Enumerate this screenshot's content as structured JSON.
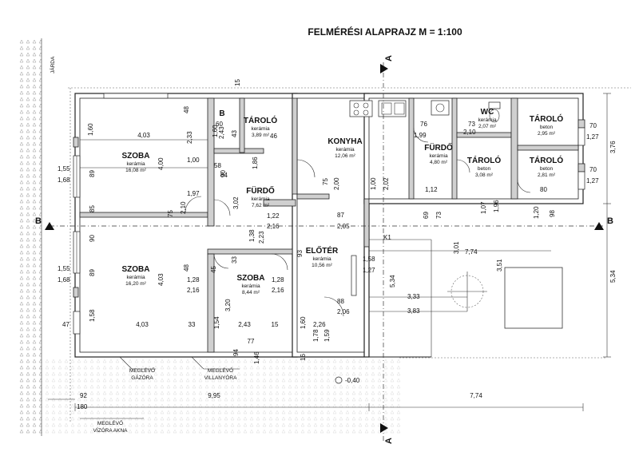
{
  "title": "FELMÉRÉSI ALAPRAJZ M = 1:100",
  "street": "JÁRDA",
  "section_a_top": "A",
  "section_a_bottom": "A",
  "section_b_left": "B",
  "section_b_right": "B",
  "rooms": {
    "szoba1": {
      "name": "SZOBA",
      "material": "kerámia",
      "area": "16,08 m²"
    },
    "szoba2": {
      "name": "SZOBA",
      "material": "kerámia",
      "area": "16,20 m²"
    },
    "szoba3": {
      "name": "SZOBA",
      "material": "kerámia",
      "area": "8,44 m²"
    },
    "b_room": {
      "name": "B"
    },
    "taroloA": {
      "name": "TÁROLÓ",
      "material": "kerámia",
      "area": "3,89 m²"
    },
    "furdo1": {
      "name": "FÜRDŐ",
      "material": "kerámia",
      "area": "7,62 m²"
    },
    "konyha": {
      "name": "KONYHA",
      "material": "kerámia",
      "area": "12,06 m²"
    },
    "eloter": {
      "name": "ELŐTÉR",
      "material": "kerámia",
      "area": "10,56 m²"
    },
    "furdo2": {
      "name": "FÜRDŐ",
      "material": "kerámia",
      "area": "4,80 m²"
    },
    "wc": {
      "name": "WC",
      "material": "kerámia",
      "area": "2,07 m²"
    },
    "taroloB": {
      "name": "TÁROLÓ",
      "material": "beton",
      "area": "3,08 m²"
    },
    "taroloC": {
      "name": "TÁROLÓ",
      "material": "beton",
      "area": "2,95 m²"
    },
    "taroloD": {
      "name": "TÁROLÓ",
      "material": "beton",
      "area": "2,81 m²"
    }
  },
  "annotations": {
    "gazora": [
      "MEGLÉVŐ",
      "GÁZÓRA"
    ],
    "villanyora": [
      "MEGLÉVŐ",
      "VILLANYÓRA"
    ],
    "vizora": [
      "MEGLÉVŐ",
      "VÍZÓRA AKNA"
    ],
    "level": "-0,40",
    "k1": "K1"
  },
  "dimensions": {
    "d_403a": "4,03",
    "d_48a": "48",
    "d_160a": "1,60",
    "d_233": "2,33",
    "d_400": "4,00",
    "d_155a": "1,55",
    "d_168a": "1,68",
    "d_89a": "89",
    "d_85": "85",
    "d_90a": "90",
    "d_155b": "1,55",
    "d_168b": "1,68",
    "d_89b": "89",
    "d_403b": "4,03",
    "d_48b": "48",
    "d_47": "47",
    "d_158": "1,58",
    "d_403c": "4,03",
    "d_33a": "33",
    "d_100": "1,00",
    "d_197": "1,97",
    "d_75a": "75",
    "d_210a": "2,10",
    "d_60": "60",
    "d_243a": "2,43",
    "d_160b": "1,60",
    "d_46": "46",
    "d_90b": "90",
    "d_186": "1,86",
    "d_58": "58",
    "d_84": "84",
    "d_302": "3,02",
    "d_15a": "15",
    "d_43": "43",
    "d_138": "1,38",
    "d_223": "2,23",
    "d_122": "1,22",
    "d_216a": "2,16",
    "d_33b": "33",
    "d_45": "45",
    "d_128a": "1,28",
    "d_216b": "2,16",
    "d_320": "3,20",
    "d_154": "1,54",
    "d_243b": "2,43",
    "d_15b": "15",
    "d_128b": "1,28",
    "d_216c": "2,16",
    "d_93": "93",
    "d_160c": "1,60",
    "d_178": "1,78",
    "d_226": "2,26",
    "d_159": "1,59",
    "d_77": "77",
    "d_94": "94",
    "d_146": "1,46",
    "d_16": "16",
    "d_75b": "75",
    "d_200": "2,00",
    "d_100b": "1,00",
    "d_202": "2,02",
    "d_87": "87",
    "d_205": "2,05",
    "d_88": "88",
    "d_206": "2,06",
    "d_158b": "1,58",
    "d_127a": "1,27",
    "d_76": "76",
    "d_199": "1,99",
    "d_73a": "73",
    "d_210b": "2,10",
    "d_112": "1,12",
    "d_69": "69",
    "d_73b": "73",
    "d_107": "1,07",
    "d_196": "1,96",
    "d_80": "80",
    "d_120": "1,20",
    "d_98": "98",
    "d_70a": "70",
    "d_127b": "1,27",
    "d_70b": "70",
    "d_127c": "1,27",
    "d_376": "3,76",
    "d_301": "3,01",
    "d_774a": "7,74",
    "d_351": "3,51",
    "d_534a": "5,34",
    "d_534b": "5,34",
    "d_333": "3,33",
    "d_383": "3,83",
    "d_92": "92",
    "d_180": "180",
    "d_995": "9,95",
    "d_774b": "7,74"
  }
}
